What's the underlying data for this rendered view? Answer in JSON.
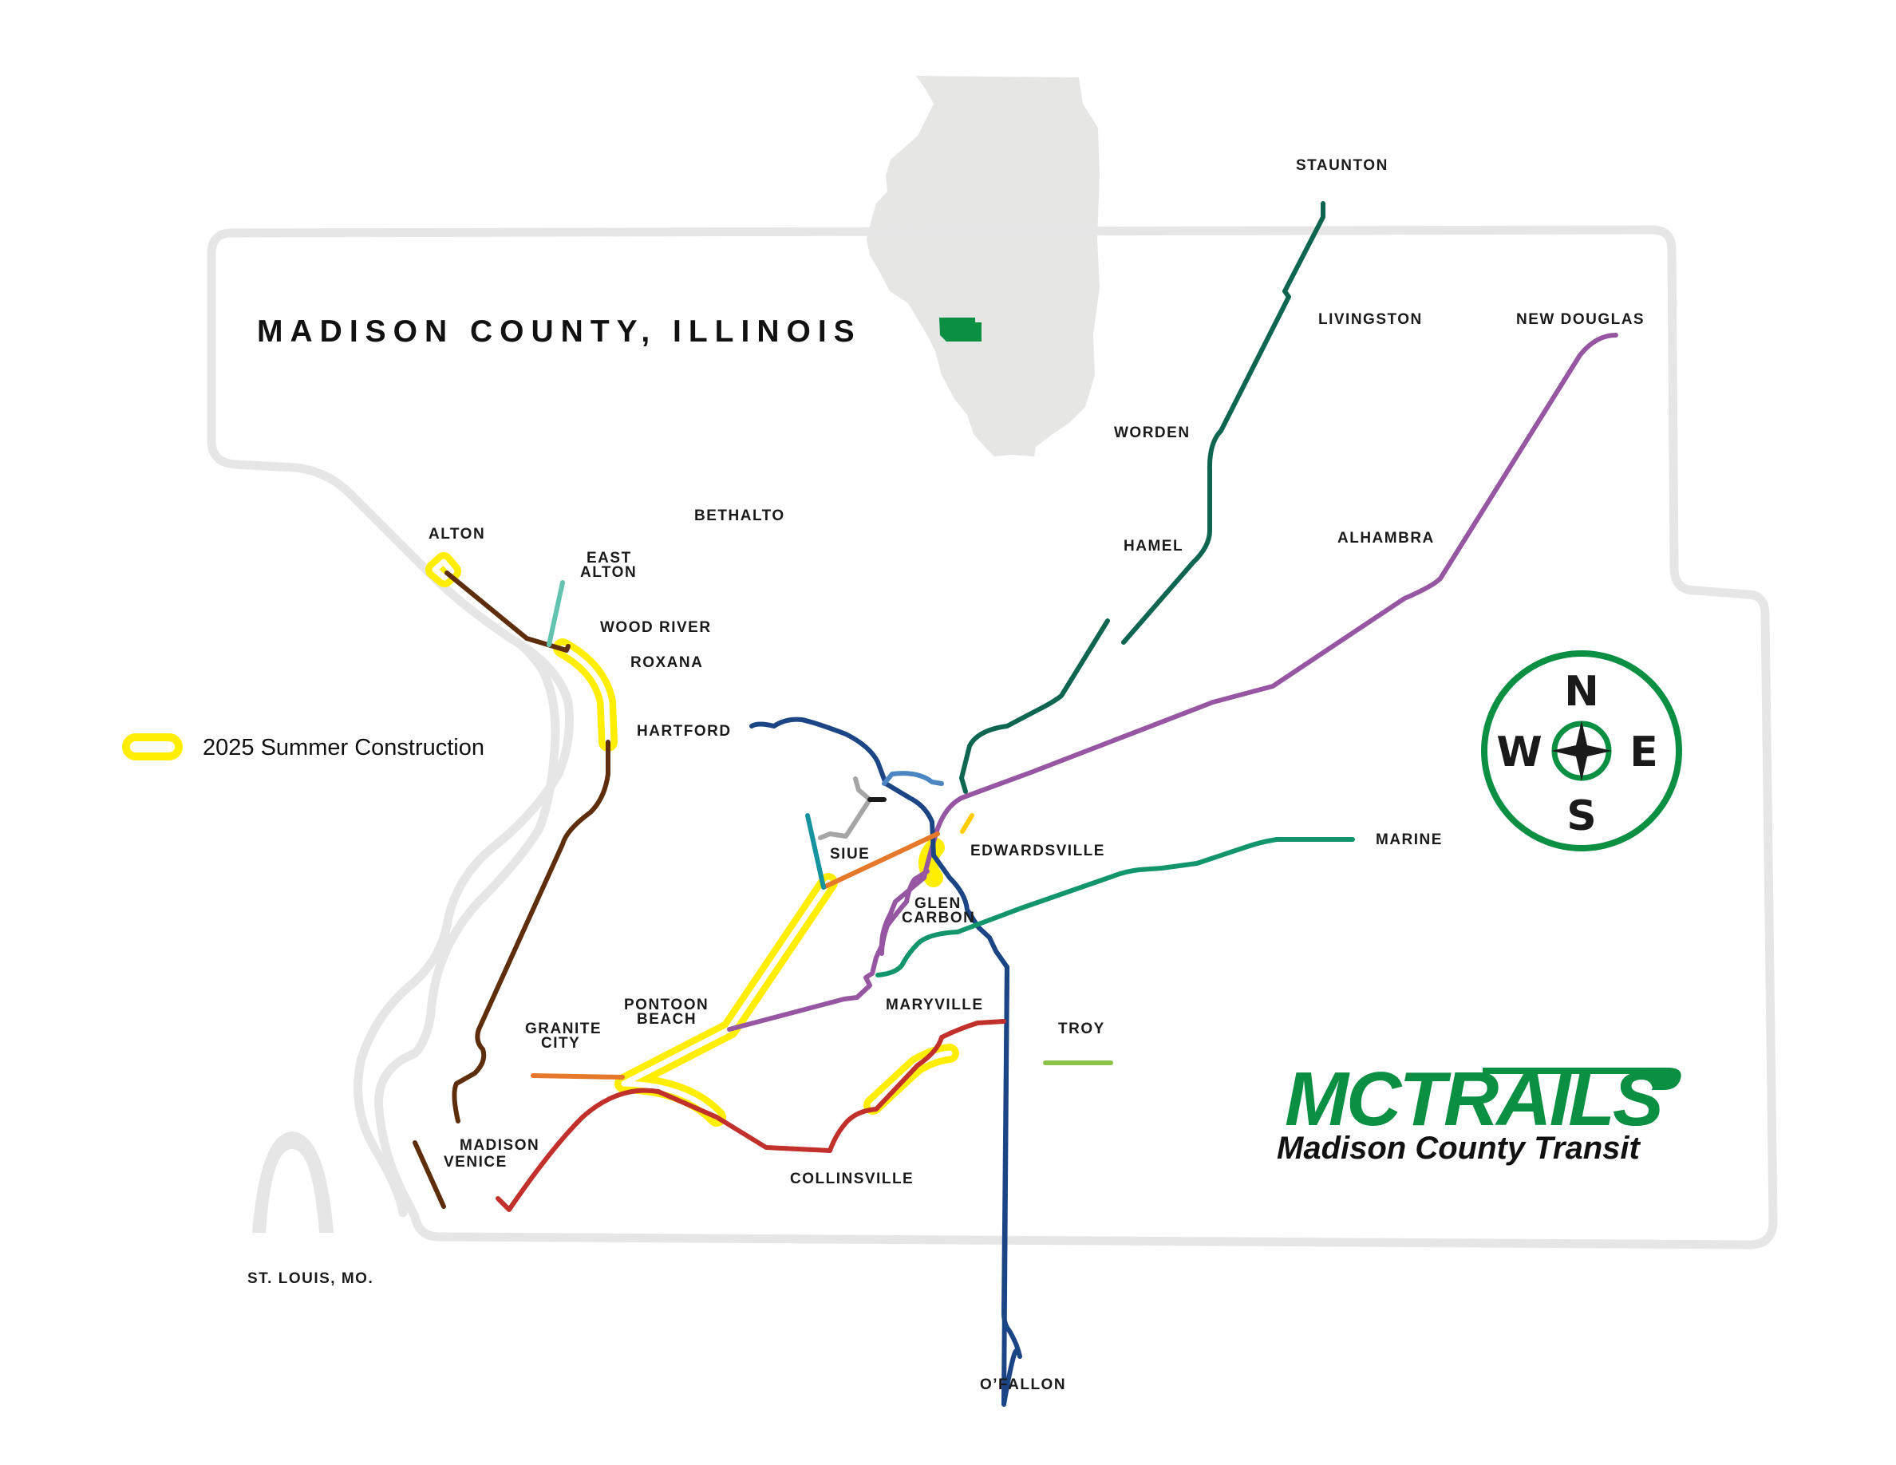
{
  "map": {
    "title": "MADISON COUNTY, ILLINOIS",
    "legend": {
      "label": "2025 Summer Construction"
    },
    "towns": {
      "staunton": "STAUNTON",
      "livingston": "LIVINGSTON",
      "new_douglas": "NEW DOUGLAS",
      "worden": "WORDEN",
      "hamel": "HAMEL",
      "alhambra": "ALHAMBRA",
      "alton": "ALTON",
      "bethalto": "BETHALTO",
      "east_alton_1": "EAST",
      "east_alton_2": "ALTON",
      "wood_river": "WOOD RIVER",
      "roxana": "ROXANA",
      "hartford": "HARTFORD",
      "siue": "SIUE",
      "edwardsville": "EDWARDSVILLE",
      "glen_carbon_1": "GLEN",
      "glen_carbon_2": "CARBON",
      "marine": "MARINE",
      "pontoon_beach_1": "PONTOON",
      "pontoon_beach_2": "BEACH",
      "granite_city_1": "GRANITE",
      "granite_city_2": "CITY",
      "maryville": "MARYVILLE",
      "troy": "TROY",
      "madison": "MADISON",
      "venice": "VENICE",
      "collinsville": "COLLINSVILLE",
      "st_louis": "ST. LOUIS, MO.",
      "ofallon": "O’FALLON"
    },
    "compass": {
      "n": "N",
      "e": "E",
      "s": "S",
      "w": "W"
    },
    "logo": {
      "main": "MCTRAILS",
      "sub": "Madison County Transit"
    },
    "colors": {
      "county_outline": "#e6e6e6",
      "illinois": "#e6e6e5",
      "madison_highlight": "#0a8f43",
      "construction": "#ffee00",
      "brand_green": "#0a8f43",
      "trail_dark_green": "#0e6650",
      "trail_purple": "#9656a2",
      "trail_navy": "#1b4585",
      "trail_teal_green": "#12956a",
      "trail_brown": "#5e2e0c",
      "trail_red": "#c1302a",
      "trail_orange": "#e5782a",
      "trail_light_teal": "#62c4b0",
      "trail_teal": "#1693a0",
      "trail_blue": "#4b85c2",
      "trail_gray": "#a5a5a5",
      "trail_lime": "#8bc34a"
    }
  }
}
